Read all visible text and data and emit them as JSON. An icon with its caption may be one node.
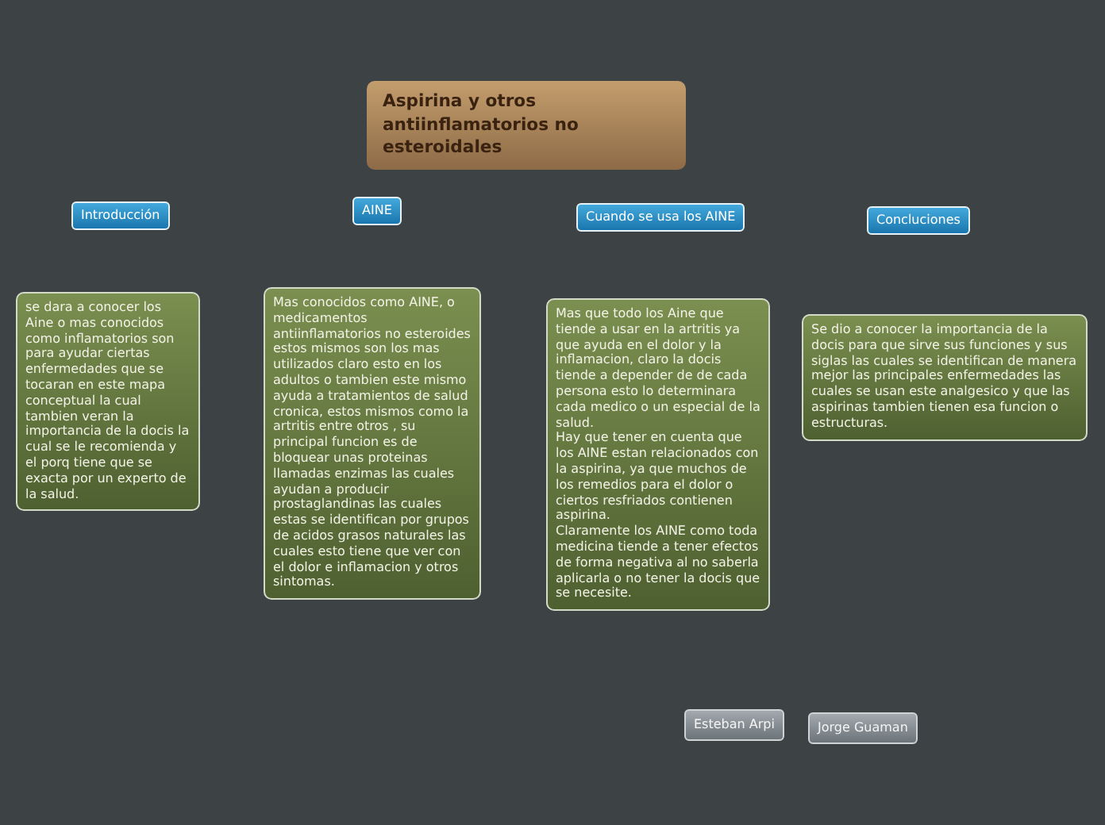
{
  "diagram": {
    "nodes": [
      {
        "text": [
          "Aspirina y otros antiinflamatorios no esteroidales"
        ]
      },
      {
        "text": [
          "Introducción"
        ]
      },
      {
        "text": [
          "AINE"
        ]
      },
      {
        "text": [
          "Cuando se usa los AINE"
        ]
      },
      {
        "text": [
          "Concluciones"
        ]
      },
      {
        "text": [
          "se dara a conocer los Aine o mas conocidos como inflamatorios son para ayudar ciertas enfermedades que se tocaran en este mapa conceptual la cual tambien veran la importancia de la docis la cual se le recomienda y el porq tiene que se exacta por un experto de la salud."
        ]
      },
      {
        "text": [
          "Mas conocidos como AINE, o medicamentos antiinflamatorios no esteroides estos mismos son los mas utilizados claro esto en los adultos o tambien este mismo ayuda a tratamientos de salud cronica, estos mismos como la artritis entre otros , su principal funcion es de bloquear unas proteinas llamadas enzimas las cuales ayudan a producir prostaglandinas las cuales estas se identifican por grupos de acidos grasos naturales las cuales esto tiene que ver con el dolor e inflamacion y otros sintomas."
        ]
      },
      {
        "text": [
          "Mas que todo los Aine que tiende a usar en la artritis ya que ayuda en el dolor y la inflamacion, claro la docis tiende a depender de de cada persona esto lo determinara cada medico o un especial de la salud.",
          "Hay que tener en cuenta que los AINE estan relacionados con la aspirina, ya que muchos de los remedios para el dolor o ciertos resfriados contienen aspirina.",
          "Claramente los AINE como toda medicina tiende a tener efectos de forma negativa al no saberla aplicarla o no tener la docis que se necesite."
        ]
      },
      {
        "text": [
          "Se dio a conocer la importancia de la docis para que sirve sus funciones y sus siglas las cuales se identifican de manera mejor las principales enfermedades las cuales se usan este analgesico y que las aspirinas tambien tienen esa funcion o estructuras."
        ]
      },
      {
        "text": [
          "Esteban Arpi"
        ]
      },
      {
        "text": [
          "Jorge Guaman"
        ]
      }
    ]
  }
}
